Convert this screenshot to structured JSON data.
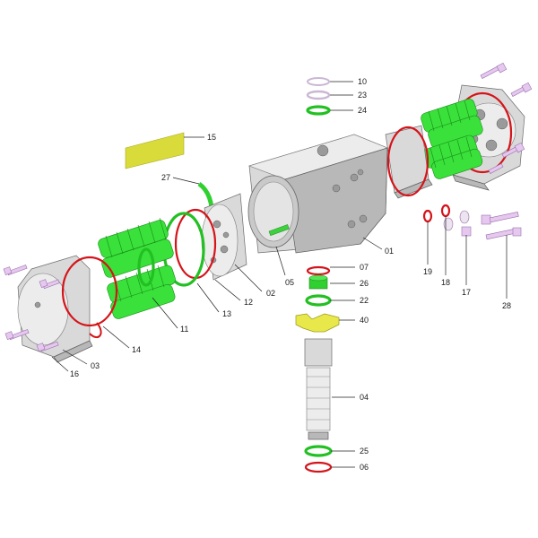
{
  "callouts": {
    "c01": "01",
    "c02": "02",
    "c03": "03",
    "c04": "04",
    "c05": "05",
    "c06": "06",
    "c07": "07",
    "c10": "10",
    "c11": "11",
    "c12": "12",
    "c13": "13",
    "c14": "14",
    "c15": "15",
    "c16": "16",
    "c17": "17",
    "c18": "18",
    "c19": "19",
    "c22": "22",
    "c23": "23",
    "c24": "24",
    "c25": "25",
    "c26": "26",
    "c27": "27",
    "c28": "28",
    "c40": "40"
  },
  "colors": {
    "spring": "#39e13a",
    "o_ring": "#d4141a",
    "green_ring": "#22c022",
    "body": "#d9d9d9",
    "bolt": "#e6c8ef",
    "label_tag": "#d8db3a",
    "cam": "#e8e84a"
  }
}
